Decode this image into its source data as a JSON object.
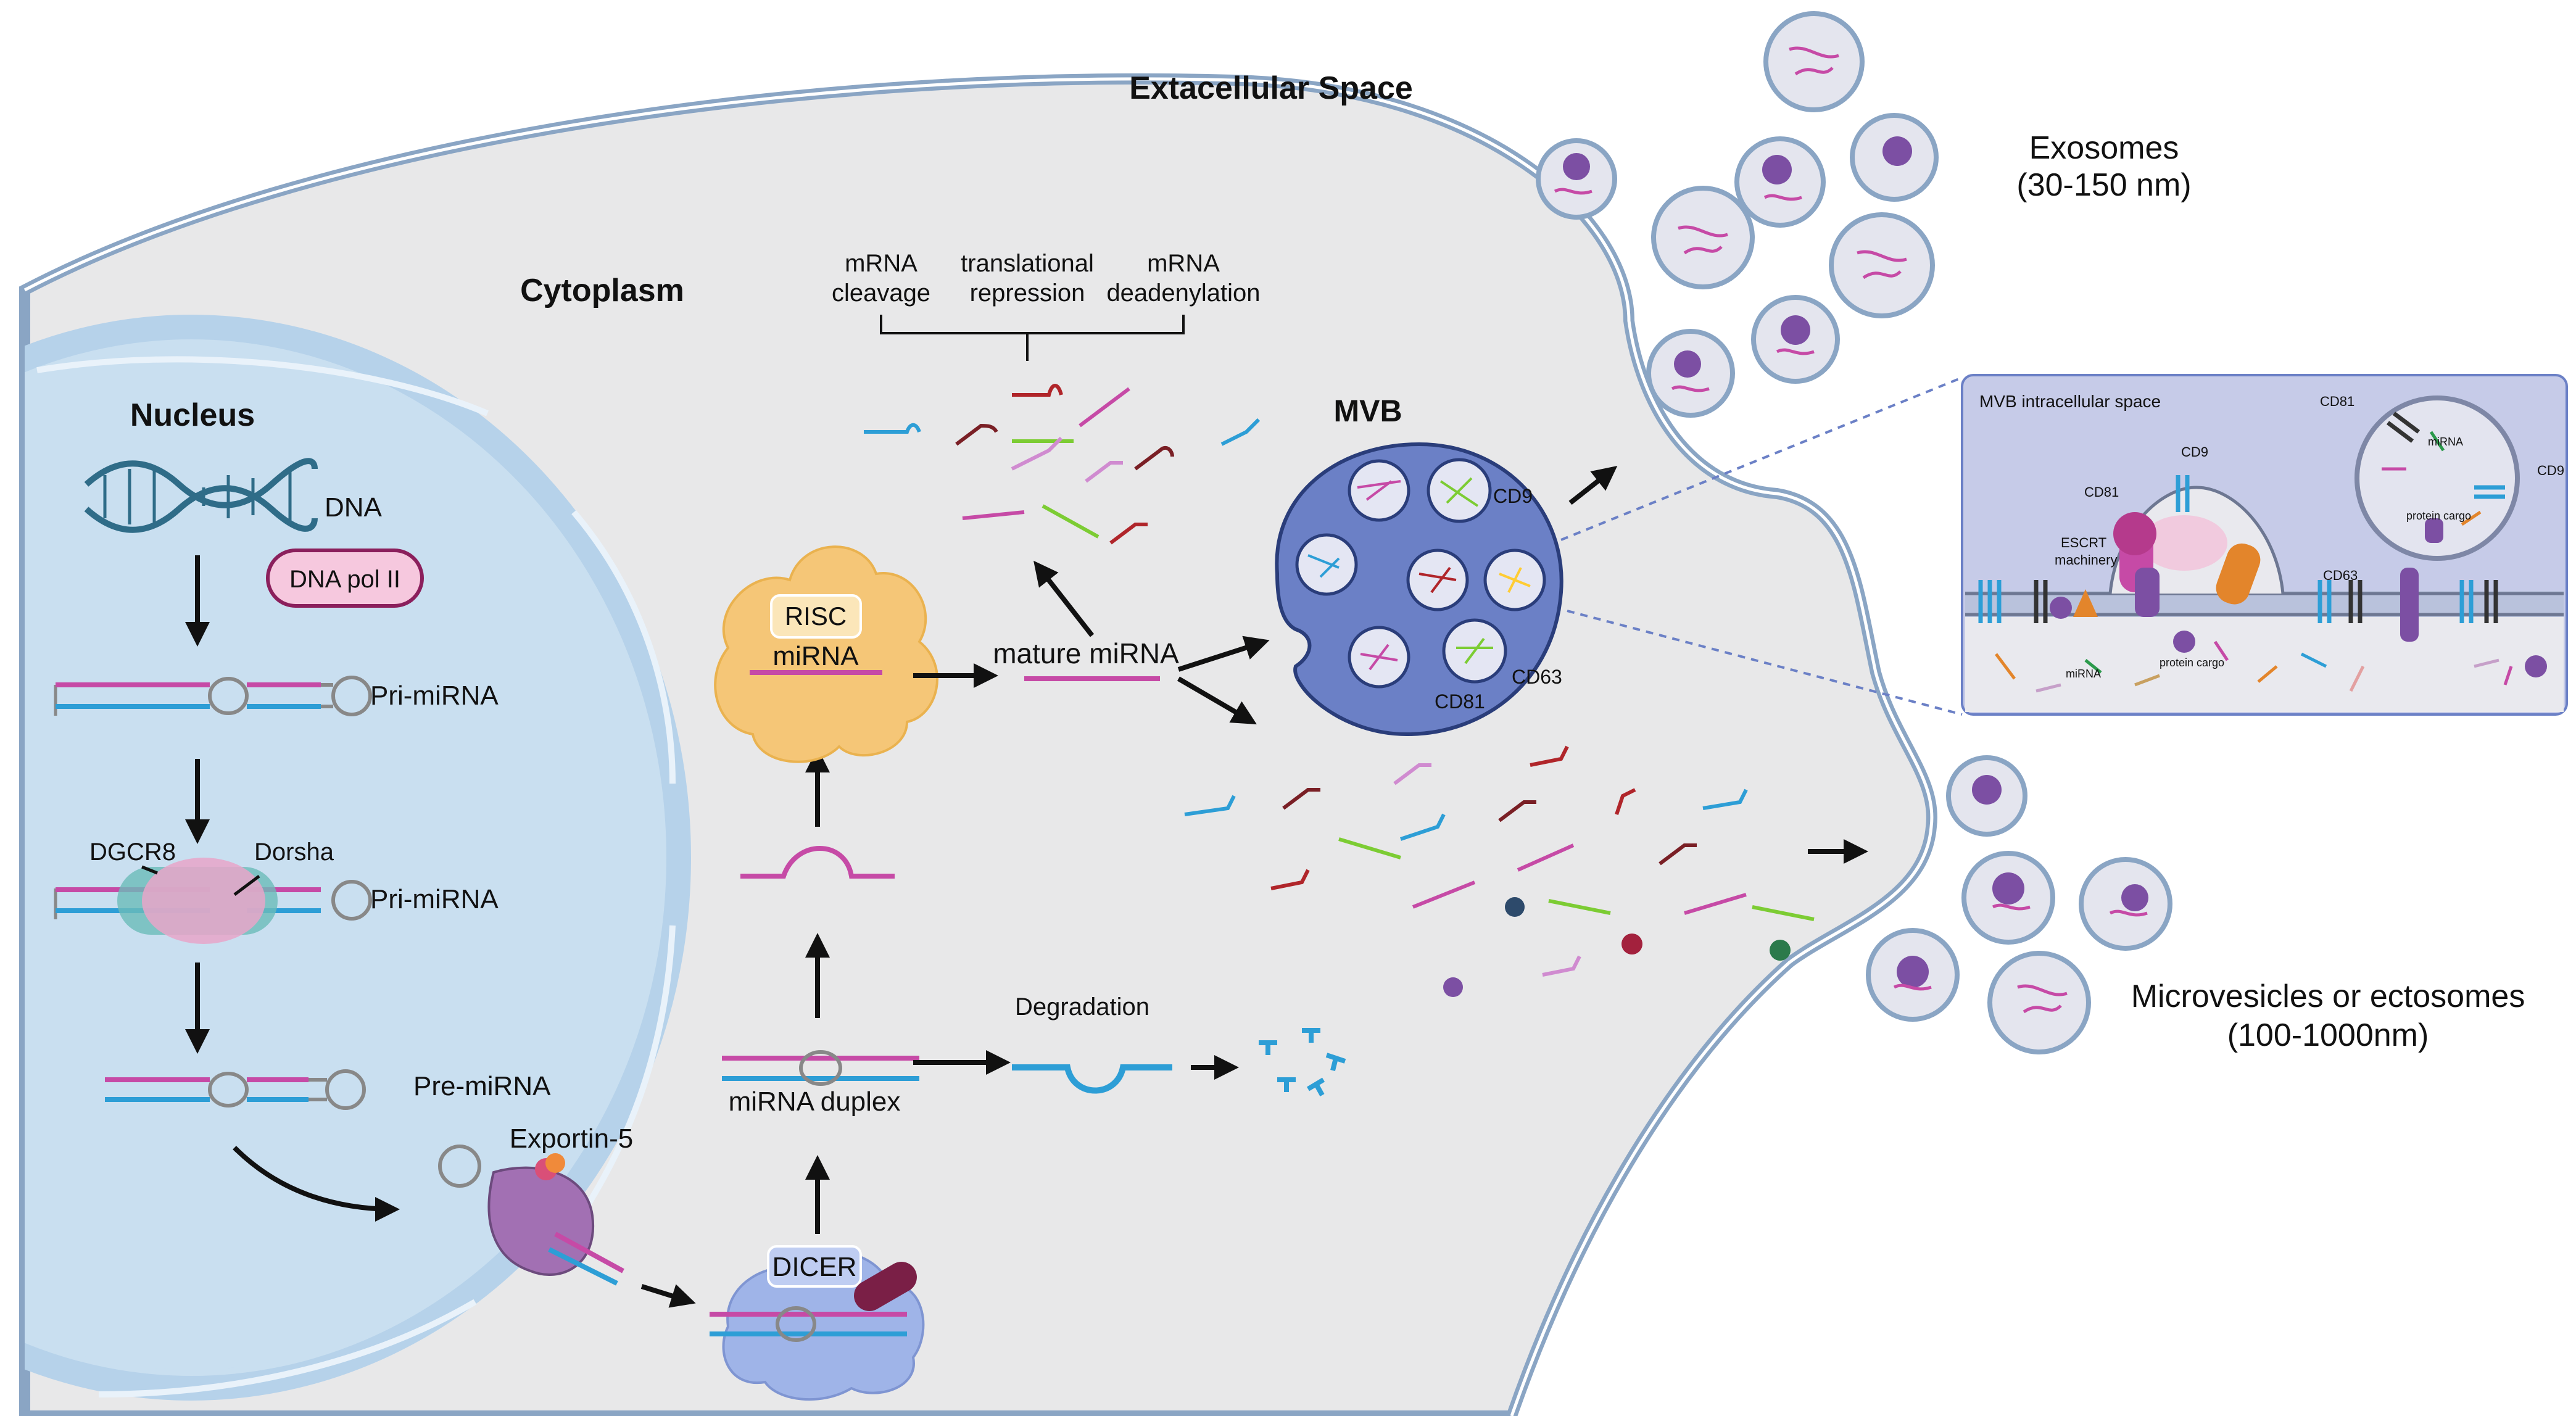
{
  "regions": {
    "extracellular": "Extacellular Space",
    "cytoplasm": "Cytoplasm",
    "nucleus": "Nucleus"
  },
  "nucleus_labels": {
    "dna": "DNA",
    "dna_pol": "DNA pol II",
    "pri_mirna_1": "Pri-miRNA",
    "dgcr8": "DGCR8",
    "dorsha": "Dorsha",
    "pri_mirna_2": "Pri-miRNA",
    "pre_mirna": "Pre-miRNA"
  },
  "export": {
    "exportin": "Exportin-5"
  },
  "dicer": {
    "label": "DICER"
  },
  "duplex": {
    "label": "miRNA duplex",
    "degradation": "Degradation"
  },
  "risc": {
    "risc": "RISC",
    "mirna": "miRNA",
    "mature": "mature miRNA"
  },
  "functions": {
    "mrna_cleavage_1": "mRNA",
    "mrna_cleavage_2": "cleavage",
    "translational_1": "translational",
    "translational_2": "repression",
    "deadenylation_1": "mRNA",
    "deadenylation_2": "deadenylation"
  },
  "mvb": {
    "label": "MVB",
    "cd9": "CD9",
    "cd63": "CD63",
    "cd81": "CD81"
  },
  "inset": {
    "title": "MVB intracellular space",
    "cd81_a": "CD81",
    "cd9_a": "CD9",
    "cd81_b": "CD81",
    "cd9_b": "CD9",
    "cd63": "CD63",
    "escrt_1": "ESCRT",
    "escrt_2": "machinery",
    "mirna_a": "miRNA",
    "protein_cargo_a": "protein cargo",
    "mirna_b": "miRNA",
    "protein_cargo_b": "protein cargo"
  },
  "exosomes": {
    "label": "Exosomes",
    "size": "(30-150 nm)"
  },
  "microvesicles": {
    "label": "Microvesicles or ectosomes",
    "size": "(100-1000nm)"
  },
  "colors": {
    "cytoplasm": "#e8e8e9",
    "nucleus": "#c9dff0",
    "membrane": "#8aa5c4",
    "mvb": "#6b80c6",
    "risc": "#f5c677",
    "dicer": "#9fb4e8",
    "pink_strand": "#c64aa6",
    "blue_strand": "#2d9ed6"
  }
}
